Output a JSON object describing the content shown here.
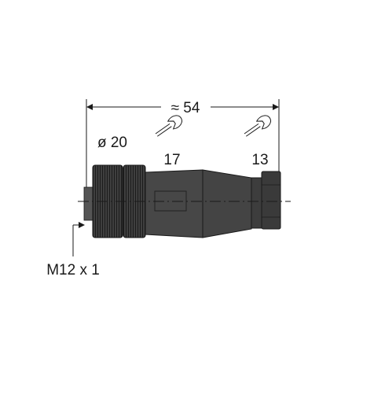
{
  "drawing": {
    "overall_length_label": "≈ 54",
    "diameter_label": "ø 20",
    "wrench_left_label": "17",
    "wrench_right_label": "13",
    "thread_label": "M12 x 1"
  },
  "colors": {
    "line": "#1a1a1a",
    "body_dark": "#3a3a3a",
    "body_mid": "#4a4a4a",
    "background": "#ffffff"
  },
  "icons": {
    "wrench_left": "wrench-icon",
    "wrench_right": "wrench-icon"
  }
}
